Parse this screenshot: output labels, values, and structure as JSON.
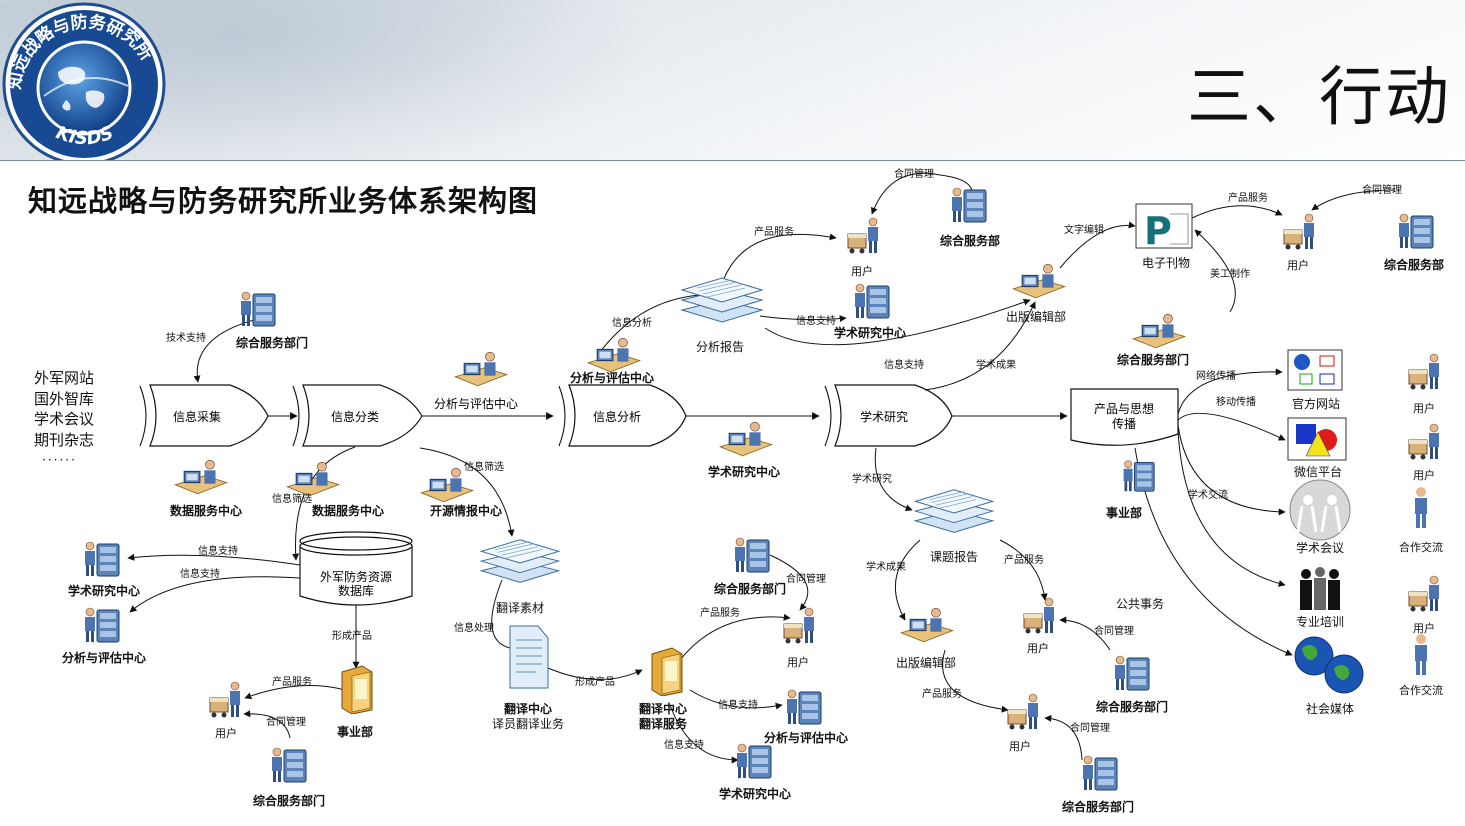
{
  "slide": {
    "title": "三、行动",
    "logo": {
      "text_top": "知远战略与防务研究所",
      "text_bottom": "KISDS"
    }
  },
  "diagram": {
    "title": "知远战略与防务研究所业务体系架构图",
    "sources": [
      "外军网站",
      "国外智库",
      "学术会议",
      "期刊杂志",
      "······"
    ],
    "stages": [
      "信息采集",
      "信息分类",
      "信息分析",
      "学术研究",
      "产品与思想传播"
    ],
    "database": "外军防务资源数据库",
    "outlets": [
      "官方网站",
      "微信平台",
      "学术会议",
      "专业培训",
      "社会媒体"
    ],
    "labels": {
      "jishu_zhichi": "技术支持",
      "zonghe_fuwu_bumen": "综合服务部门",
      "zonghe_fuwu_bu": "综合服务部",
      "shuju_fuwu": "数据服务中心",
      "kaiyuan_qingbao": "开源情报中心",
      "fenxi_pinggu": "分析与评估中心",
      "xueshu_yanjiu_zx": "学术研究中心",
      "xinxi_shaixuan": "信息筛选",
      "xinxi_zhichi": "信息支持",
      "xingcheng_chanpin": "形成产品",
      "chanpin_fuwu": "产品服务",
      "hetong_guanli": "合同管理",
      "yonghu": "用户",
      "shiye_bu": "事业部",
      "fanyi_sucai": "翻译素材",
      "xinxi_chuli": "信息处理",
      "fanyi_zhongxin": "翻译中心",
      "yiyuan_fanyi": "译员翻译业务",
      "fanyi_fuwu": "翻译服务",
      "xinxi_fenxi": "信息分析",
      "fenxi_baogao": "分析报告",
      "xueshu_yanjiu": "学术研究",
      "keti_baogao": "课题报告",
      "xueshu_chengguo": "学术成果",
      "chuban_bianji": "出版编辑部",
      "wenzi_bianji": "文字编辑",
      "meigong_zhizuo": "美工制作",
      "dianzi_kanwu": "电子刊物",
      "wangluo_chuanbo": "网络传播",
      "yidong_chuanbo": "移动传播",
      "xueshu_jiaoliu": "学术交流",
      "gonggong_shiwu": "公共事务",
      "hezuo_jiaoliu": "合作交流"
    }
  }
}
